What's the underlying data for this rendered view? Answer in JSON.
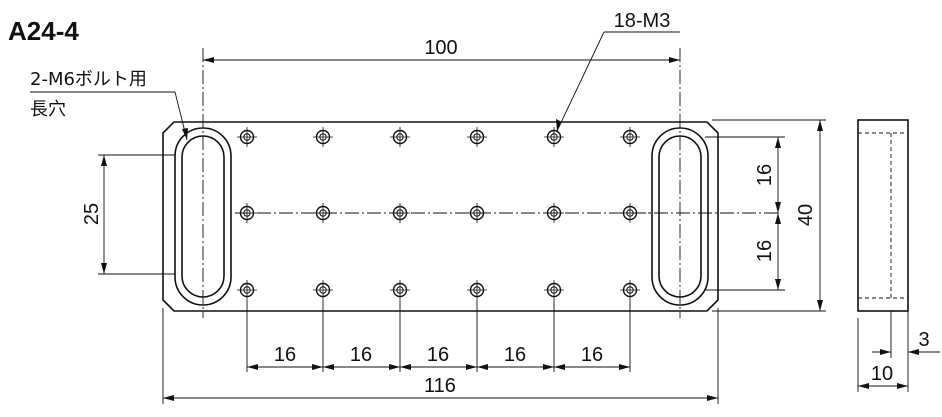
{
  "title": "A24-4",
  "callouts": {
    "tapped_holes": "18-M3",
    "slot_line1": "2-M6ボルト用",
    "slot_line2": "長穴"
  },
  "dimensions": {
    "slot_spacing": "100",
    "overall_width": "116",
    "hole_pitch_x": [
      "16",
      "16",
      "16",
      "16",
      "16"
    ],
    "hole_pitch_y": [
      "16",
      "16"
    ],
    "overall_height": "40",
    "slot_length": "25",
    "side_step": "3",
    "side_thickness": "10"
  }
}
